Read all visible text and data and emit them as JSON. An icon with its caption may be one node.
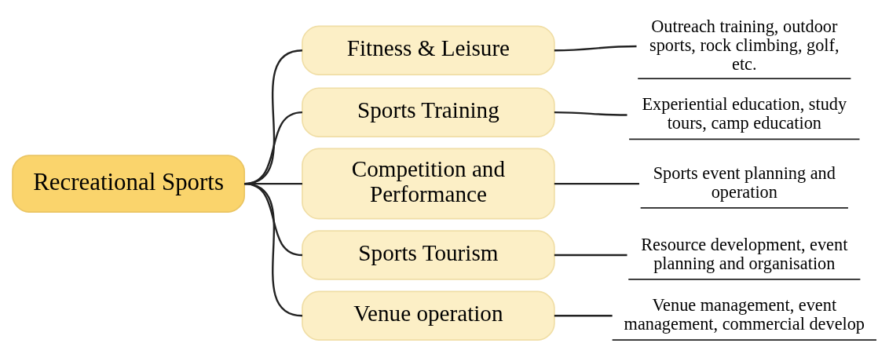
{
  "diagram": {
    "nodes": [
      {
        "text": [
          "Recreational Sports"
        ]
      },
      {
        "text": [
          "Fitness & Leisure"
        ]
      },
      {
        "text": [
          "Sports Training"
        ]
      },
      {
        "text": [
          "Competition and Performance"
        ]
      },
      {
        "text": [
          "Sports Tourism"
        ]
      },
      {
        "text": [
          "Venue operation"
        ]
      },
      {
        "text": [
          "Outreach training, outdoor sports, rock climbing, golf, etc."
        ]
      },
      {
        "text": [
          "Experiential education, study tours, camp education"
        ]
      },
      {
        "text": [
          "Sports event planning and operation"
        ]
      },
      {
        "text": [
          "Resource development, event planning and organisation"
        ]
      },
      {
        "text": [
          "Venue management, event management, commercial develop"
        ]
      }
    ],
    "edges": [
      {
        "from": 0,
        "to": 1,
        "arrow": "none"
      },
      {
        "from": 0,
        "to": 2,
        "arrow": "none"
      },
      {
        "from": 0,
        "to": 3,
        "arrow": "none"
      },
      {
        "from": 0,
        "to": 4,
        "arrow": "none"
      },
      {
        "from": 0,
        "to": 5,
        "arrow": "none"
      },
      {
        "from": 1,
        "to": 6,
        "arrow": "none"
      },
      {
        "from": 2,
        "to": 7,
        "arrow": "none"
      },
      {
        "from": 3,
        "to": 8,
        "arrow": "none"
      },
      {
        "from": 4,
        "to": 9,
        "arrow": "none"
      },
      {
        "from": 5,
        "to": 10,
        "arrow": "none"
      }
    ]
  }
}
